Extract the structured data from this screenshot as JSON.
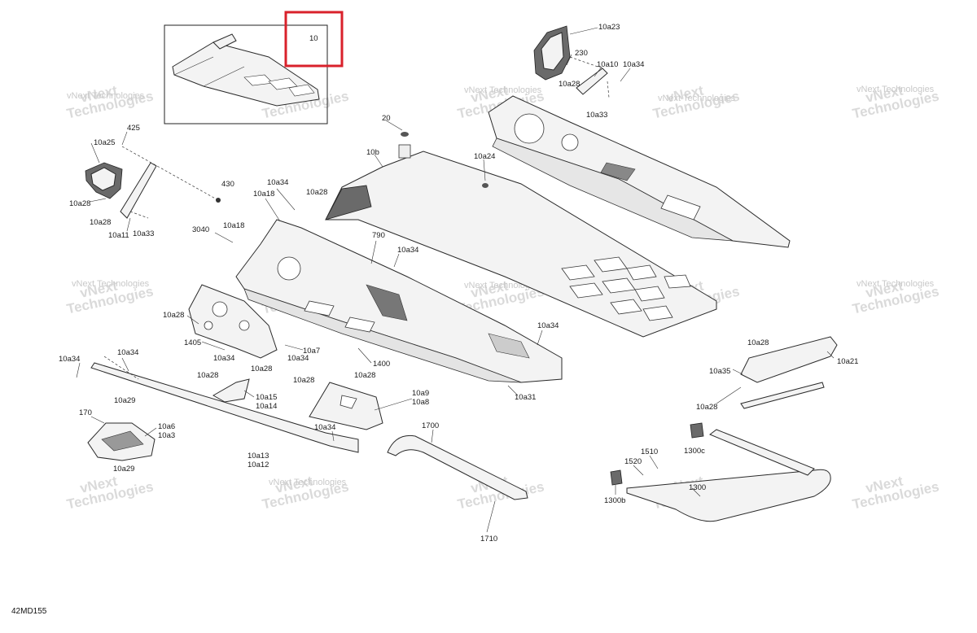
{
  "diagram_code": "42MD155",
  "highlight_label": "10",
  "watermark": {
    "line1": "vNext",
    "line2": "Technologies",
    "inline": "vNext Technologies"
  },
  "callouts": [
    "10a23",
    "230",
    "10a10",
    "10a34",
    "10a28",
    "10a33",
    "425",
    "10a25",
    "10a28",
    "10a28",
    "10a11",
    "10a33",
    "430",
    "20",
    "10b",
    "10a24",
    "10a34",
    "10a18",
    "10a28",
    "3040",
    "10a18",
    "790",
    "10a34",
    "10a28",
    "1405",
    "10a34",
    "10a34",
    "10a7",
    "10a28",
    "1400",
    "10a34",
    "10a31",
    "10a34",
    "10a34",
    "10a28",
    "10a15",
    "10a14",
    "10a28",
    "10a28",
    "10a9",
    "10a8",
    "170",
    "10a29",
    "10a6",
    "10a3",
    "10a29",
    "10a34",
    "10a13",
    "10a12",
    "1700",
    "1710",
    "10a28",
    "10a21",
    "10a35",
    "10a28",
    "1300c",
    "1510",
    "1520",
    "1300",
    "1300b"
  ]
}
